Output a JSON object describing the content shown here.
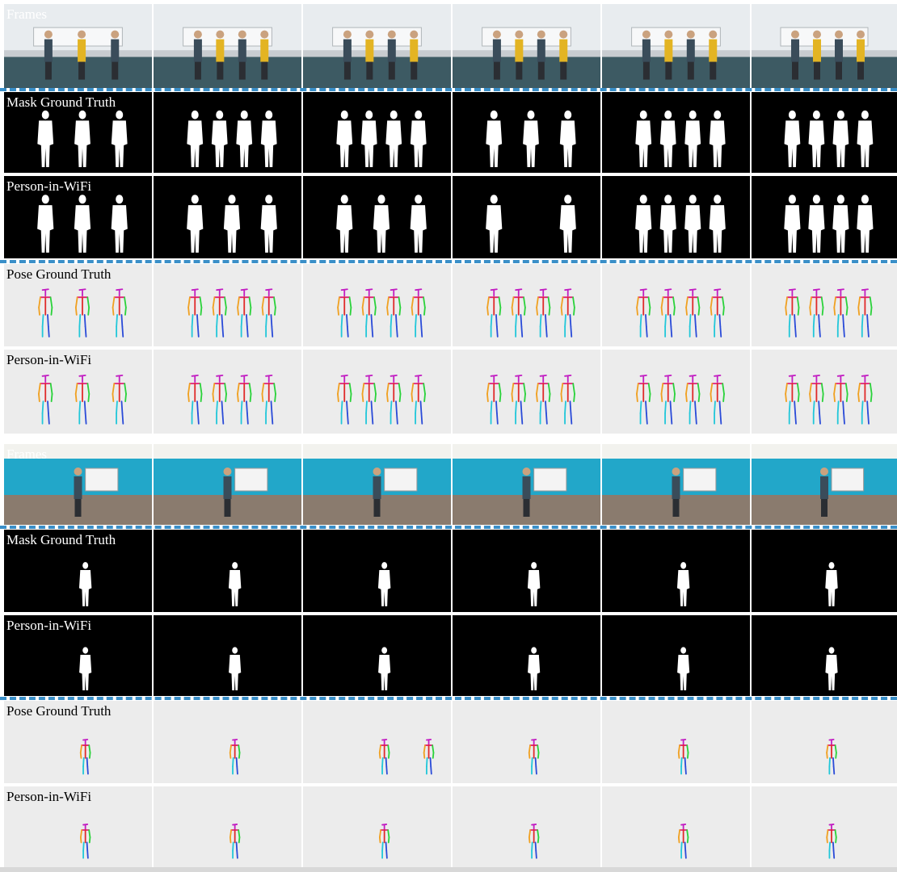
{
  "labels": {
    "frames": "Frames",
    "mask_ground_truth": "Mask Ground Truth",
    "person_in_wifi": "Person-in-WiFi",
    "pose_ground_truth": "Pose Ground Truth"
  },
  "colors": {
    "separator": "#3a8fc8",
    "mask_bg": "#000000",
    "mask_fg": "#ffffff",
    "pose_bg": "#ececec",
    "office_wall_a": "#e8ecef",
    "office_floor_a": "#3d5a63",
    "office_wall_b": "#22a7c9",
    "office_floor_b": "#8a7b6e"
  },
  "sections": [
    {
      "id": "top",
      "scene": "a",
      "rows": [
        {
          "kind": "frame",
          "label_key": "frames",
          "people": [
            3,
            4,
            4,
            4,
            4,
            4
          ]
        },
        {
          "kind": "mask",
          "label_key": "mask_ground_truth",
          "people": [
            3,
            4,
            4,
            3,
            4,
            4
          ]
        },
        {
          "kind": "mask",
          "label_key": "person_in_wifi",
          "people": [
            3,
            3,
            3,
            2,
            4,
            4
          ]
        },
        {
          "kind": "pose",
          "label_key": "pose_ground_truth",
          "people": [
            3,
            4,
            4,
            4,
            4,
            4
          ]
        },
        {
          "kind": "pose",
          "label_key": "person_in_wifi",
          "people": [
            3,
            4,
            4,
            4,
            4,
            4
          ]
        }
      ]
    },
    {
      "id": "bottom",
      "scene": "b",
      "rows": [
        {
          "kind": "frame",
          "label_key": "frames",
          "people": [
            1,
            1,
            1,
            1,
            1,
            1
          ]
        },
        {
          "kind": "mask",
          "label_key": "mask_ground_truth",
          "people": [
            1,
            1,
            1,
            1,
            1,
            1
          ]
        },
        {
          "kind": "mask",
          "label_key": "person_in_wifi",
          "people": [
            1,
            1,
            1,
            1,
            1,
            1
          ]
        },
        {
          "kind": "pose",
          "label_key": "pose_ground_truth",
          "people": [
            1,
            1,
            2,
            1,
            1,
            1
          ]
        },
        {
          "kind": "pose",
          "label_key": "person_in_wifi",
          "people": [
            1,
            1,
            1,
            1,
            1,
            1
          ]
        }
      ]
    }
  ]
}
